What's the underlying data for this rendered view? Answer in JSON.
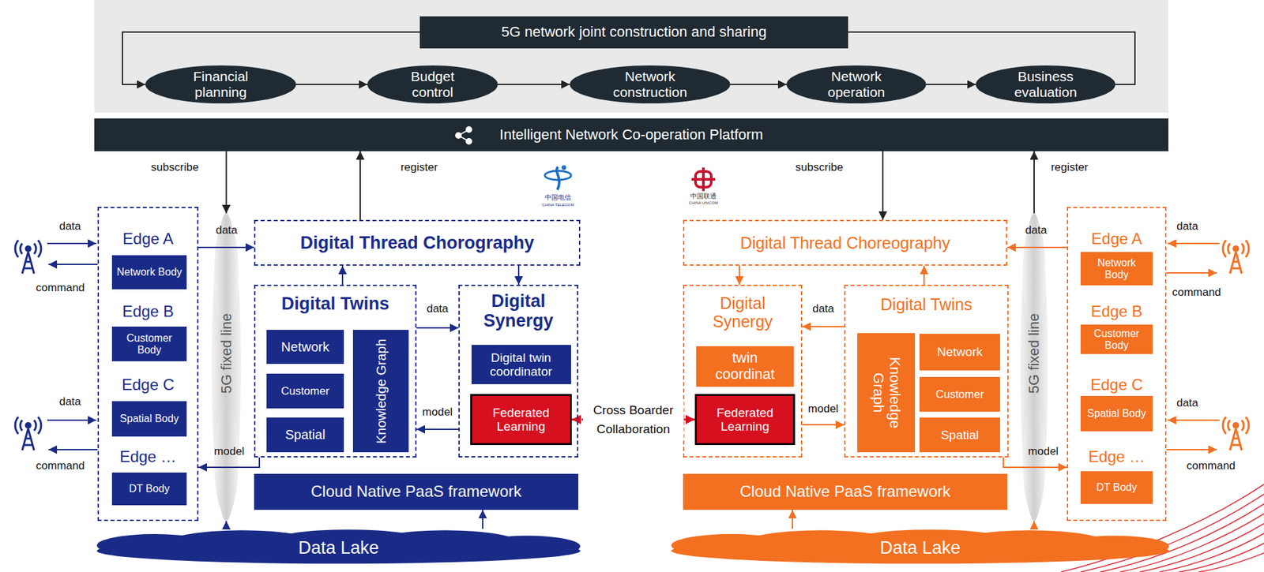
{
  "diagram": {
    "nodes": [
      {
        "text": [
          "5G network joint construction and sharing"
        ]
      },
      {
        "text": [
          "Financial planning"
        ]
      },
      {
        "text": [
          "Budget control"
        ]
      },
      {
        "text": [
          "Network construction"
        ]
      },
      {
        "text": [
          "Network operation"
        ]
      },
      {
        "text": [
          "Business evaluation"
        ]
      },
      {
        "text": [
          "Intelligent Network Co-operation Platform"
        ]
      },
      {
        "text": [
          "Edge A",
          "Edge B",
          "Edge C",
          "Edge …"
        ]
      },
      {
        "text": [
          "Network Body"
        ],
        "in": 7
      },
      {
        "text": [
          "Customer Body"
        ],
        "in": 7
      },
      {
        "text": [
          "Spatial Body"
        ],
        "in": 7
      },
      {
        "text": [
          "DT Body"
        ],
        "in": 7
      },
      {
        "text": [
          "5G fixed line"
        ]
      },
      {
        "text": [
          "Digital Thread Chorography"
        ]
      },
      {
        "text": [
          "Digital Twins"
        ]
      },
      {
        "text": [
          "Network"
        ],
        "in": 14
      },
      {
        "text": [
          "Customer"
        ],
        "in": 14
      },
      {
        "text": [
          "Spatial"
        ],
        "in": 14
      },
      {
        "text": [
          "Knowledge Graph"
        ],
        "in": 14
      },
      {
        "text": [
          "Digital Synergy"
        ]
      },
      {
        "text": [
          "Digital twin coordinator"
        ],
        "in": 19
      },
      {
        "text": [
          "Federated Learning"
        ],
        "in": 19
      },
      {
        "text": [
          "Cloud Native PaaS framework"
        ]
      },
      {
        "text": [
          "Data Lake"
        ]
      },
      {
        "text": [
          "Digital Thread Choreography"
        ]
      },
      {
        "text": [
          "Digital Synergy"
        ]
      },
      {
        "text": [
          "twin coordinat"
        ],
        "in": 25
      },
      {
        "text": [
          "Federated Learning"
        ],
        "in": 25
      },
      {
        "text": [
          "Digital Twins"
        ]
      },
      {
        "text": [
          "Knowledge Graph"
        ],
        "in": 28
      },
      {
        "text": [
          "Network"
        ],
        "in": 28
      },
      {
        "text": [
          "Customer"
        ],
        "in": 28
      },
      {
        "text": [
          "Spatial"
        ],
        "in": 28
      },
      {
        "text": [
          "Cloud Native PaaS framework"
        ]
      },
      {
        "text": [
          "5G fixed line"
        ]
      },
      {
        "text": [
          "Edge A",
          "Edge B",
          "Edge C",
          "Edge …"
        ]
      },
      {
        "text": [
          "Network Body"
        ],
        "in": 35
      },
      {
        "text": [
          "Customer Body"
        ],
        "in": 35
      },
      {
        "text": [
          "Spatial Body"
        ],
        "in": 35
      },
      {
        "text": [
          "DT Body"
        ],
        "in": 35
      },
      {
        "text": [
          "Data Lake"
        ]
      }
    ],
    "edges": [
      {
        "from": 1,
        "to": 2,
        "arrow": "to"
      },
      {
        "from": 2,
        "to": 3,
        "arrow": "to"
      },
      {
        "from": 3,
        "to": 4,
        "arrow": "to"
      },
      {
        "from": 4,
        "to": 5,
        "arrow": "to"
      },
      {
        "from": 5,
        "to": 1,
        "arrow": "to"
      },
      {
        "from": 6,
        "to": 12,
        "label": "subscribe",
        "arrow": "to"
      },
      {
        "from": 13,
        "to": 6,
        "label": "register",
        "arrow": "to"
      },
      {
        "from": 6,
        "to": 24,
        "label": "subscribe",
        "arrow": "to"
      },
      {
        "from": 34,
        "to": 6,
        "label": "register",
        "arrow": "to"
      },
      {
        "from": 7,
        "to": 13,
        "label": "data",
        "arrow": "to"
      },
      {
        "from": 14,
        "to": 13,
        "arrow": "to"
      },
      {
        "from": 13,
        "to": 19,
        "arrow": "to"
      },
      {
        "from": 14,
        "to": 19,
        "label": "data",
        "arrow": "to"
      },
      {
        "from": 19,
        "to": 14,
        "label": "model",
        "arrow": "to"
      },
      {
        "from": 14,
        "to": 7,
        "label": "model",
        "arrow": "to"
      },
      {
        "from": 23,
        "to": 12,
        "arrow": "to"
      },
      {
        "from": 23,
        "to": 22,
        "arrow": "to"
      },
      {
        "from": 21,
        "to": 27,
        "label": "Cross Boarder Collaboration",
        "arrow": "both"
      },
      {
        "from": 35,
        "to": 24,
        "label": "data",
        "arrow": "to"
      },
      {
        "from": 24,
        "to": 25,
        "arrow": "to"
      },
      {
        "from": 28,
        "to": 24,
        "arrow": "to"
      },
      {
        "from": 28,
        "to": 25,
        "label": "data",
        "arrow": "to"
      },
      {
        "from": 25,
        "to": 28,
        "label": "model",
        "arrow": "to"
      },
      {
        "from": 28,
        "to": 35,
        "label": "model",
        "arrow": "to"
      },
      {
        "from": 40,
        "to": 33,
        "arrow": "to"
      },
      {
        "from": 40,
        "to": 34,
        "arrow": "to"
      }
    ],
    "labels": [
      "中国电信",
      "CHINA TELECOM",
      "中国联通",
      "CHINA UNICOM",
      "data",
      "command",
      "data",
      "command",
      "data",
      "command",
      "data",
      "command"
    ]
  }
}
